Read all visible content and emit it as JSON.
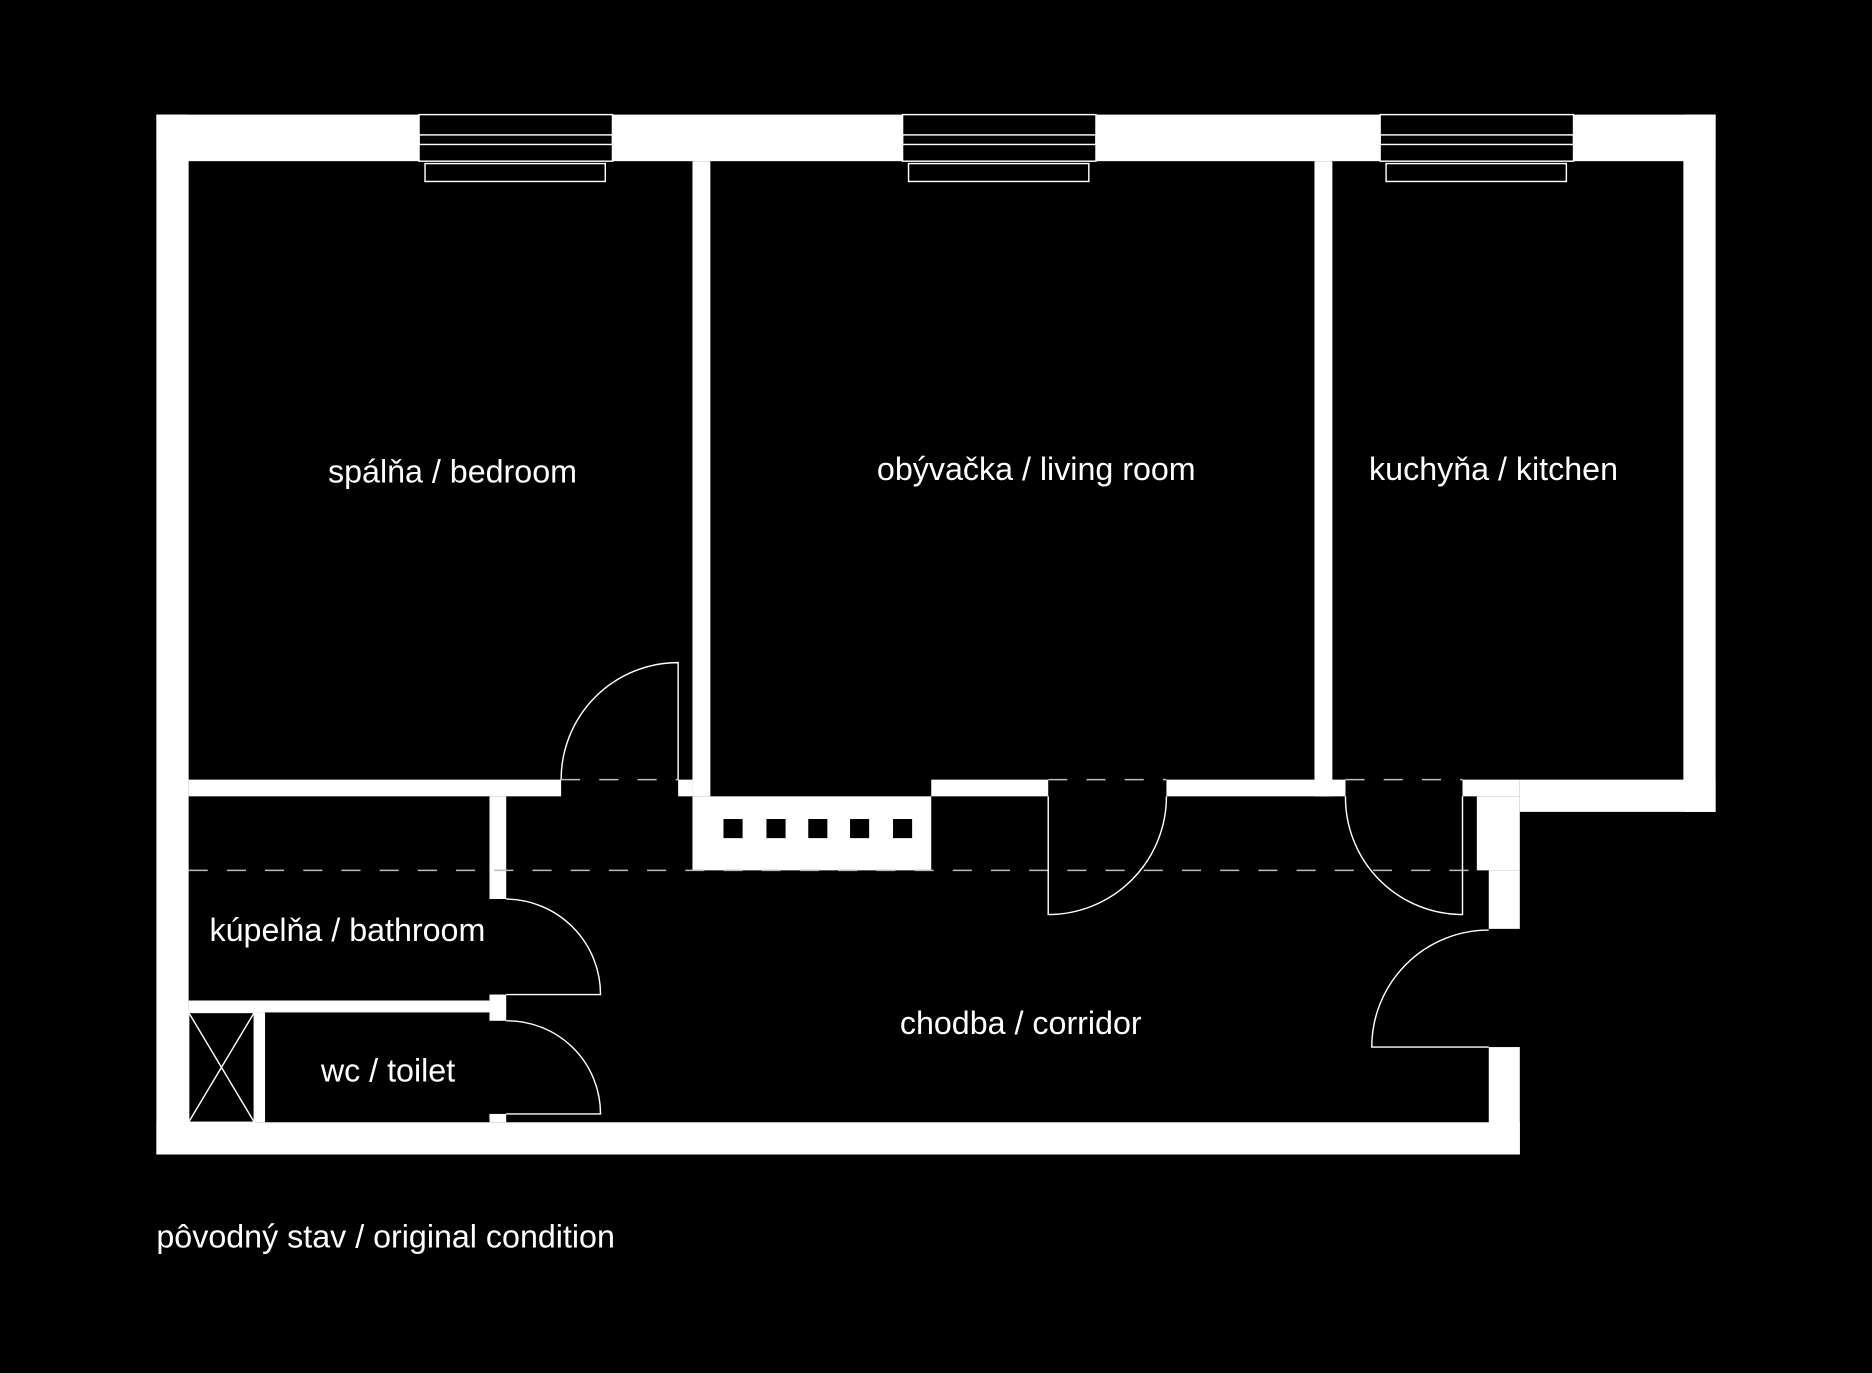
{
  "plan": {
    "rooms": {
      "bedroom": "spálňa / bedroom",
      "living_room": "obývačka / living room",
      "kitchen": "kuchyňa / kitchen",
      "bathroom": "kúpelňa / bathroom",
      "toilet": "wc / toilet",
      "corridor": "chodba / corridor"
    },
    "caption": "pôvodný stav / original condition",
    "colors": {
      "background": "#000000",
      "walls": "#ffffff"
    }
  }
}
